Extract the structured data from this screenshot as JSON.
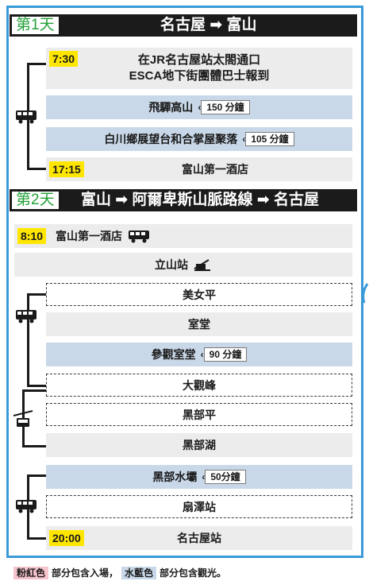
{
  "day1": {
    "tag": "第1天",
    "route": "名古屋 ➡ 富山",
    "rows": [
      {
        "time": "7:30",
        "line1": "在JR名古屋站太閤通口",
        "line2": "ESCA地下街團體巴士報到"
      },
      {
        "label": "飛驒高山",
        "duration": "150 分鐘"
      },
      {
        "label": "白川鄉展望台和合掌屋聚落",
        "duration": "105 分鐘"
      },
      {
        "time": "17:15",
        "label": "富山第一酒店"
      }
    ]
  },
  "day2": {
    "tag": "第2天",
    "route": "富山 ➡ 阿爾卑斯山脈路線 ➡ 名古屋",
    "rows": [
      {
        "time": "8:10",
        "label": "富山第一酒店"
      },
      {
        "label": "立山站"
      },
      {
        "label": "美女平"
      },
      {
        "label": "室堂"
      },
      {
        "label": "參觀室堂",
        "duration": "90 分鐘"
      },
      {
        "label": "大觀峰"
      },
      {
        "label": "黑部平"
      },
      {
        "label": "黑部湖"
      },
      {
        "label": "黑部水壩",
        "duration": "50分鐘"
      },
      {
        "label": "扇澤站"
      },
      {
        "time": "20:00",
        "label": "名古屋站"
      }
    ]
  },
  "legend": {
    "pink_label": "粉紅色",
    "pink_text": "部分包含入場，",
    "blue_label": "水藍色",
    "blue_text": "部分包含觀光。"
  },
  "colors": {
    "frame": "#3a9ad9",
    "day_tag_text": "#24a13a",
    "time_highlight": "#ffe600",
    "sightseeing": "#c9d8e8",
    "admission": "#f6c4cc"
  },
  "icons": [
    "bus-icon",
    "cable-car-icon",
    "ropeway-icon"
  ]
}
